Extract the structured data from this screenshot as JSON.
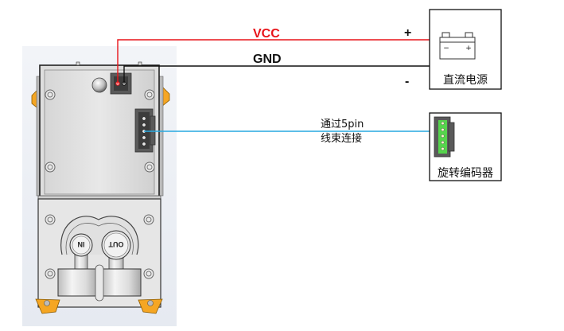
{
  "wires": {
    "vcc": {
      "label": "VCC",
      "color": "#e8141a"
    },
    "gnd": {
      "label": "GND",
      "color": "#111111"
    },
    "signal": {
      "label_line1": "通过5pin",
      "label_line2": "线束连接",
      "color": "#27a9e1"
    }
  },
  "power_supply": {
    "title": "直流电源",
    "plus": "+",
    "minus": "-",
    "battery_minus": "−",
    "battery_plus": "+"
  },
  "encoder": {
    "title": "旋转编码器",
    "connector_color": "#55d44c"
  },
  "pump": {
    "port_in": "IN",
    "port_out": "OUT",
    "accent_color": "#f5a623"
  }
}
